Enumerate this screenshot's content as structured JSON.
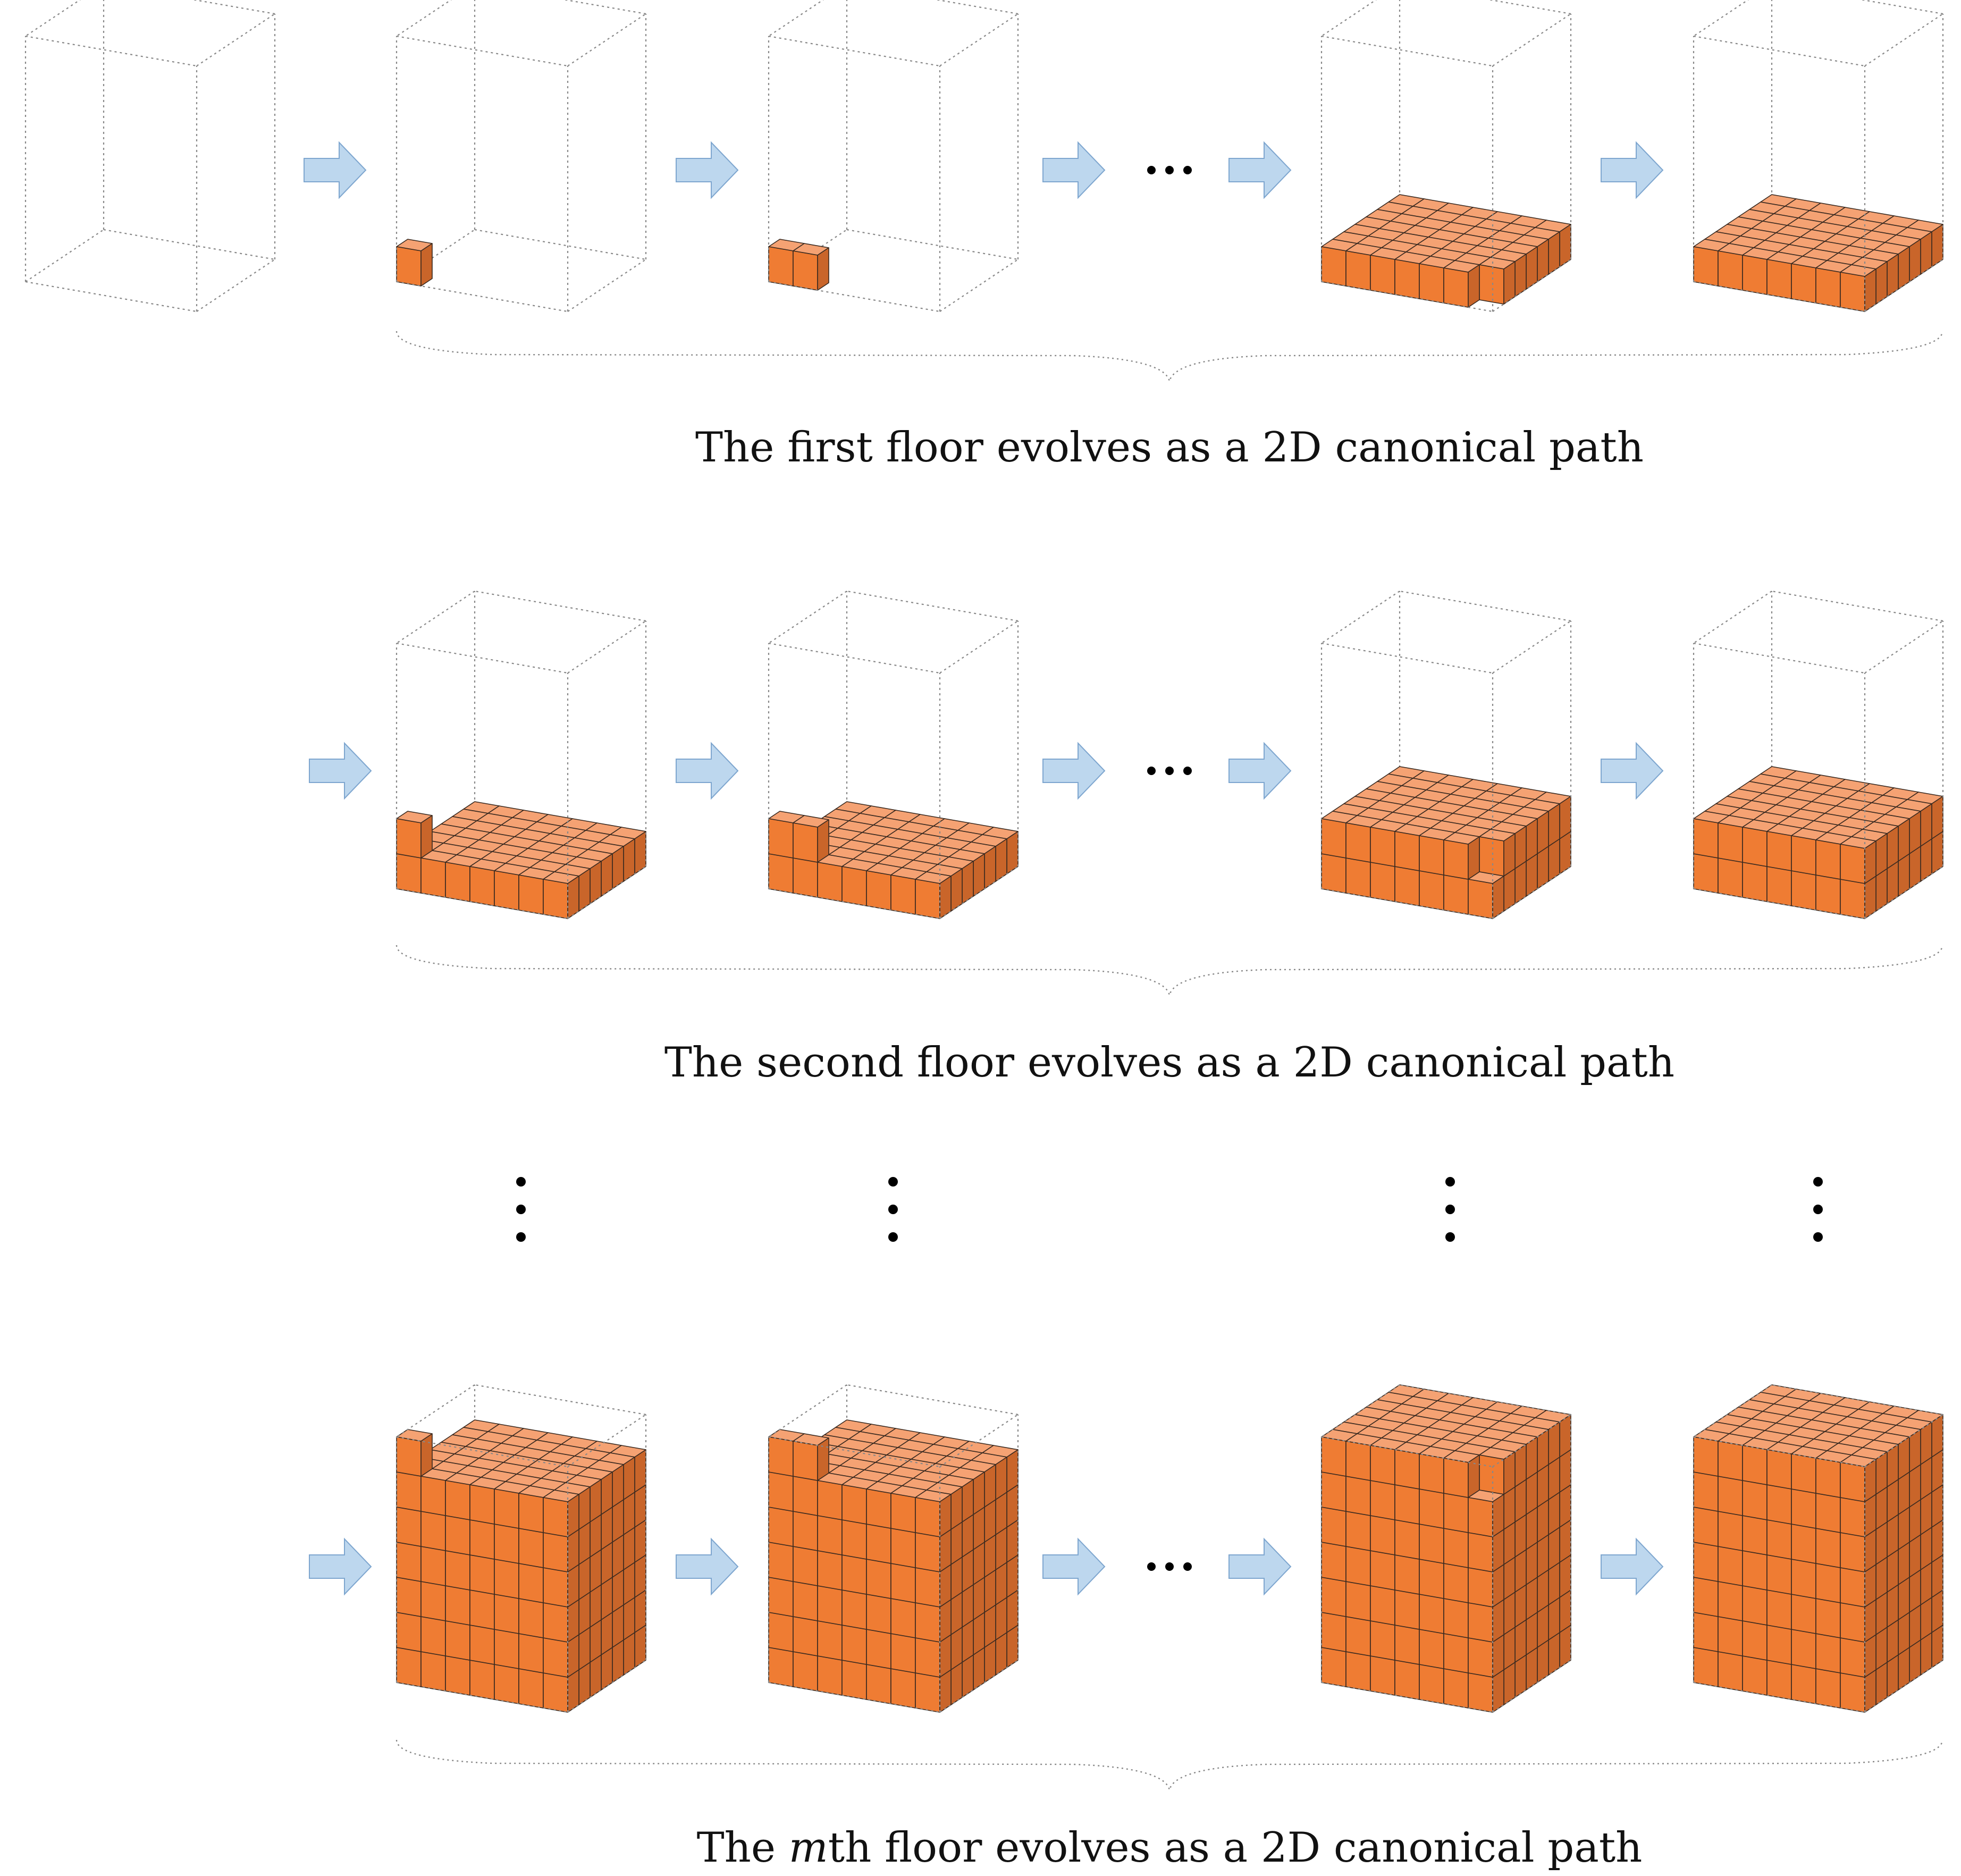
{
  "captions": {
    "row1": "The first floor evolves as a 2D canonical path",
    "row2": "The second floor evolves as a 2D canonical path",
    "row3_prefix": "The ",
    "row3_var": "m",
    "row3_suffix": "th floor evolves as a 2D canonical path"
  },
  "colors": {
    "cube_top": "#f5a273",
    "cube_front": "#ef7c33",
    "cube_side": "#c9652a",
    "cube_edge": "#3a2a20",
    "arrow_fill": "#bdd7ee",
    "arrow_stroke": "#7ea6cf",
    "box_stroke": "#888888"
  },
  "grid": {
    "nx": 7,
    "ny": 7,
    "nz": 7
  },
  "rows": [
    {
      "id": "row1",
      "states": [
        {
          "id": "empty",
          "full_floors": 0,
          "floor_cells": 0,
          "gap": null
        },
        {
          "id": "one-cube",
          "full_floors": 0,
          "floor_cells": 1,
          "gap": null
        },
        {
          "id": "two-cubes",
          "full_floors": 0,
          "floor_cells": 2,
          "gap": null
        },
        {
          "id": "almost-floor",
          "full_floors": 0,
          "floor_cells": 48,
          "gap": [
            7,
            1
          ]
        },
        {
          "id": "full-floor",
          "full_floors": 1,
          "floor_cells": 0,
          "gap": null
        }
      ]
    },
    {
      "id": "row2",
      "states": [
        {
          "id": "one-cube",
          "full_floors": 1,
          "floor_cells": 1,
          "gap": null
        },
        {
          "id": "two-cubes",
          "full_floors": 1,
          "floor_cells": 2,
          "gap": null
        },
        {
          "id": "almost-floor",
          "full_floors": 1,
          "floor_cells": 48,
          "gap": [
            7,
            1
          ]
        },
        {
          "id": "full-floor",
          "full_floors": 2,
          "floor_cells": 0,
          "gap": null
        }
      ]
    },
    {
      "id": "row3",
      "states": [
        {
          "id": "one-cube",
          "full_floors": 6,
          "floor_cells": 1,
          "gap": null
        },
        {
          "id": "two-cubes",
          "full_floors": 6,
          "floor_cells": 2,
          "gap": null
        },
        {
          "id": "almost-full",
          "full_floors": 6,
          "floor_cells": 48,
          "gap": [
            7,
            1
          ]
        },
        {
          "id": "full-cube",
          "full_floors": 7,
          "floor_cells": 0,
          "gap": null
        }
      ]
    }
  ]
}
